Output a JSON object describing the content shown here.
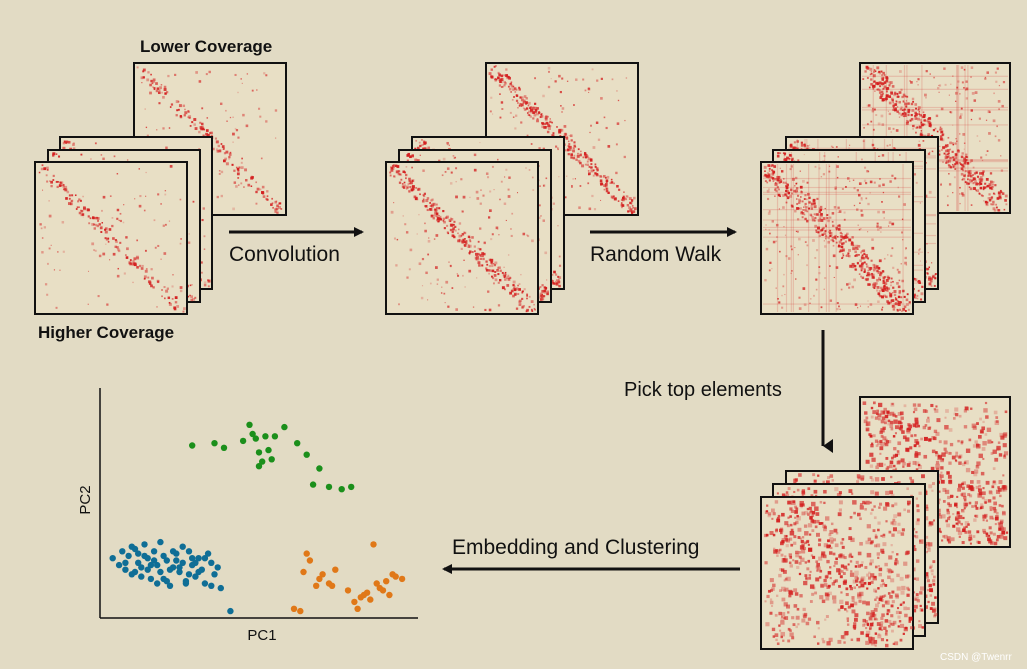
{
  "labels": {
    "lower_coverage": "Lower Coverage",
    "higher_coverage": "Higher Coverage",
    "convolution": "Convolution",
    "random_walk": "Random Walk",
    "pick_top": "Pick top elements",
    "embedding": "Embedding and Clustering",
    "watermark": "CSDN @Twenrr"
  },
  "colors": {
    "background": "#e2dbc4",
    "matrix_bg": "#e8dfc5",
    "matrix_red": "#d42020",
    "cluster_blue": "#0f6e96",
    "cluster_green": "#1b8f1b",
    "cluster_orange": "#e07818",
    "line": "#111111"
  },
  "chart_data": {
    "type": "scatter",
    "xlabel": "PC1",
    "ylabel": "PC2",
    "series": [
      {
        "color": "#1b8f1b",
        "x": [
          2.9,
          3.6,
          3.9,
          4.5,
          4.7,
          4.8,
          4.9,
          5.0,
          5.2,
          5.3,
          5.5,
          5.0,
          5.4,
          5.1,
          5.8,
          6.2,
          6.5,
          6.9,
          6.7,
          7.2,
          7.6,
          7.9
        ],
        "y": [
          7.5,
          7.6,
          7.4,
          7.7,
          8.4,
          8.0,
          7.8,
          7.2,
          7.9,
          7.3,
          7.9,
          6.6,
          6.9,
          6.8,
          8.3,
          7.6,
          7.1,
          6.5,
          5.8,
          5.7,
          5.6,
          5.7
        ]
      },
      {
        "color": "#0f6e96",
        "x": [
          0.4,
          0.6,
          0.7,
          0.8,
          0.9,
          1.0,
          1.1,
          1.2,
          1.3,
          1.4,
          1.5,
          1.6,
          1.7,
          1.8,
          1.9,
          2.0,
          2.1,
          2.2,
          2.3,
          2.4,
          2.5,
          2.6,
          2.7,
          2.8,
          2.9,
          3.0,
          3.1,
          3.2,
          3.3,
          3.4,
          3.5,
          3.6,
          3.7,
          3.8,
          0.8,
          1.0,
          1.3,
          1.5,
          1.7,
          1.9,
          2.1,
          2.3,
          2.5,
          2.7,
          2.9,
          3.1,
          1.2,
          1.6,
          2.0,
          2.4,
          2.8,
          3.3,
          1.1,
          1.4,
          1.8,
          2.2,
          2.6,
          3.0,
          3.5,
          4.1
        ],
        "y": [
          2.6,
          2.3,
          2.9,
          2.1,
          2.7,
          1.9,
          3.0,
          2.4,
          2.2,
          3.2,
          2.6,
          1.7,
          2.9,
          2.3,
          2.0,
          2.7,
          2.5,
          1.4,
          2.2,
          2.8,
          2.0,
          2.4,
          1.6,
          2.9,
          2.3,
          1.8,
          2.6,
          2.1,
          1.5,
          2.8,
          2.4,
          1.9,
          2.2,
          1.3,
          2.4,
          3.1,
          1.8,
          2.1,
          2.5,
          3.3,
          1.6,
          2.9,
          2.2,
          1.5,
          2.6,
          2.0,
          2.8,
          2.3,
          1.7,
          2.5,
          1.9,
          2.6,
          2.0,
          2.7,
          1.5,
          2.1,
          3.1,
          2.4,
          1.4,
          0.3
        ]
      },
      {
        "color": "#e07818",
        "x": [
          6.1,
          6.3,
          6.4,
          6.6,
          6.8,
          7.0,
          7.2,
          7.4,
          6.5,
          6.9,
          7.3,
          7.8,
          8.0,
          8.1,
          8.2,
          8.3,
          8.4,
          8.5,
          8.7,
          8.8,
          8.9,
          9.0,
          9.1,
          9.2,
          9.3,
          9.5,
          8.6
        ],
        "y": [
          0.4,
          0.3,
          2.0,
          2.5,
          1.4,
          1.9,
          1.5,
          2.1,
          2.8,
          1.7,
          1.4,
          1.2,
          0.7,
          0.4,
          0.9,
          1.0,
          1.1,
          0.8,
          1.5,
          1.3,
          1.2,
          1.6,
          1.0,
          1.9,
          1.8,
          1.7,
          3.2
        ]
      }
    ]
  }
}
